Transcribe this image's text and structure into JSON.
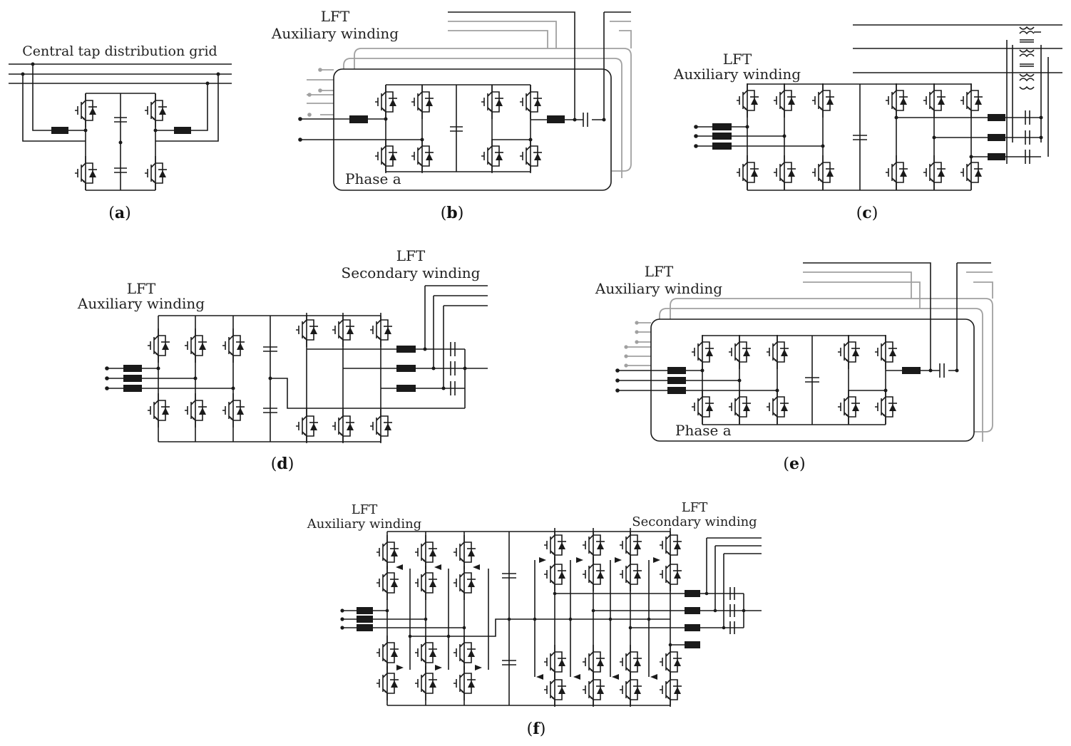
{
  "panels": [
    {
      "id": "a",
      "caption_letter": "a",
      "labels": [
        "Central tap distribution grid"
      ]
    },
    {
      "id": "b",
      "caption_letter": "b",
      "labels": [
        "LFT",
        "Auxiliary winding",
        "Phase a"
      ]
    },
    {
      "id": "c",
      "caption_letter": "c",
      "labels": [
        "LFT",
        "Auxiliary winding"
      ]
    },
    {
      "id": "d",
      "caption_letter": "d",
      "labels": [
        "LFT",
        "Auxiliary winding",
        "LFT",
        "Secondary winding"
      ]
    },
    {
      "id": "e",
      "caption_letter": "e",
      "labels": [
        "LFT",
        "Auxiliary winding",
        "Phase a"
      ]
    },
    {
      "id": "f",
      "caption_letter": "f",
      "labels": [
        "LFT",
        "Auxiliary winding",
        "LFT",
        "Secondary winding"
      ]
    }
  ],
  "colors": {
    "wire": "#1a1a1a",
    "back_wire": "#a0a0a0"
  },
  "icons": [
    "igbt-switch-icon",
    "diode-icon",
    "capacitor-icon",
    "inductor-icon",
    "transformer-icon"
  ]
}
